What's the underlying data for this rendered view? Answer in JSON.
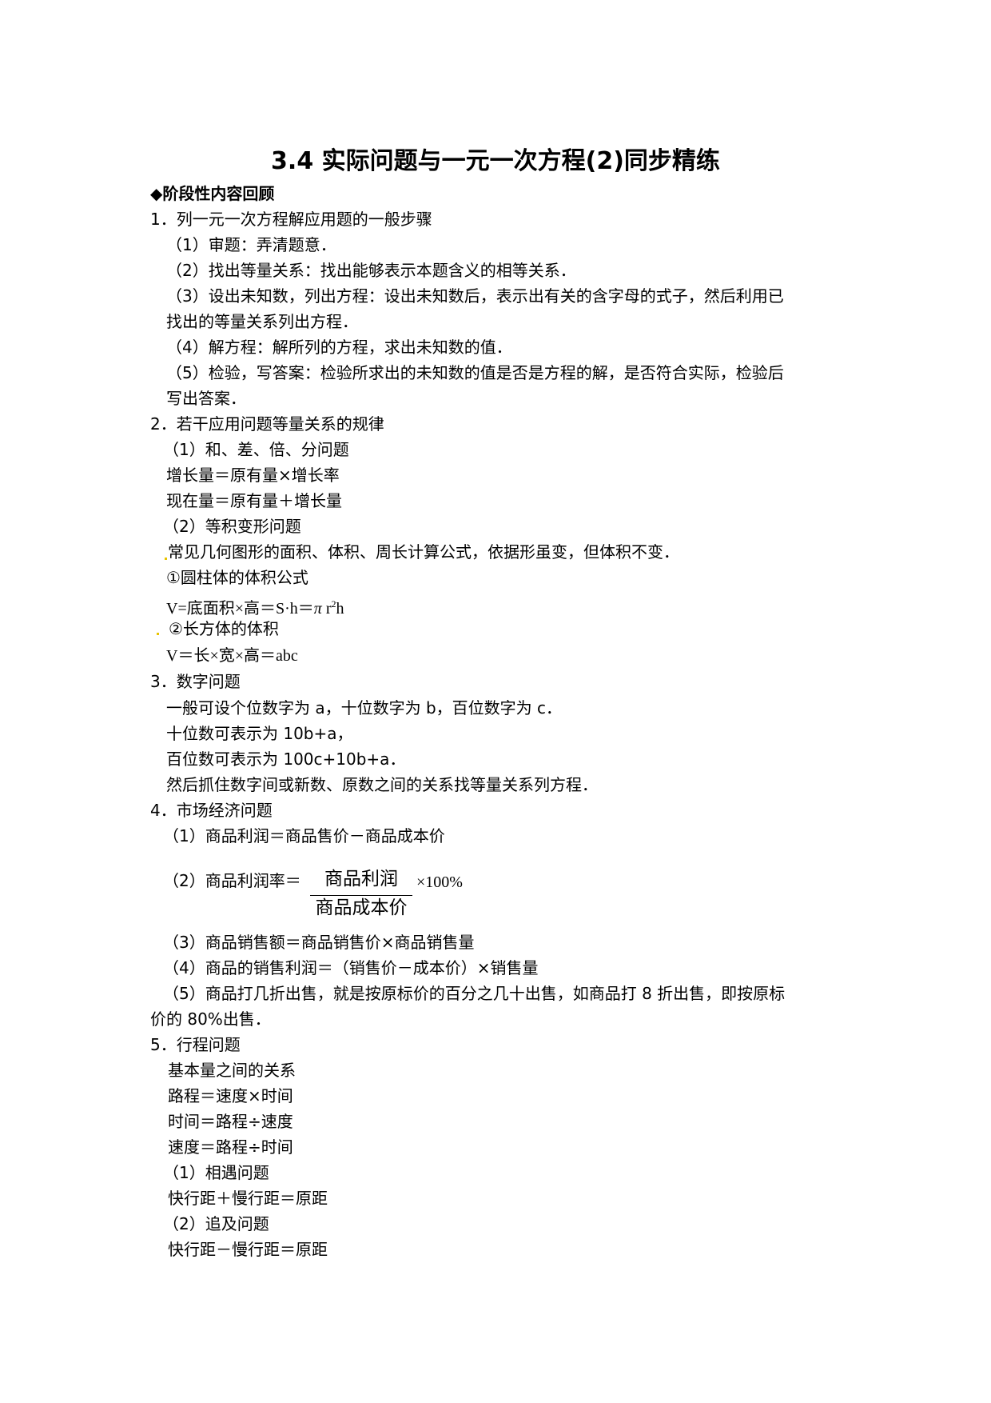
{
  "document": {
    "title": "3.4 实际问题与一元一次方程(2)同步精练",
    "section_heading": "◆阶段性内容回顾",
    "part1": {
      "heading": "1．列一元一次方程解应用题的一般步骤",
      "steps": [
        "（1）审题：弄清题意．",
        "（2）找出等量关系：找出能够表示本题含义的相等关系．",
        "（3）设出未知数，列出方程：设出未知数后，表示出有关的含字母的式子，然后利用已",
        "找出的等量关系列出方程．",
        "（4）解方程：解所列的方程，求出未知数的值．",
        "（5）检验，写答案：检验所求出的未知数的值是否是方程的解，是否符合实际，检验后",
        "写出答案．"
      ]
    },
    "part2": {
      "heading": "2．若干应用问题等量关系的规律",
      "sub1": "（1）和、差、倍、分问题",
      "formula1": "增长量＝原有量×增长率",
      "formula2": "现在量＝原有量＋增长量",
      "sub2": "（2）等积变形问题",
      "desc": "常见几何图形的面积、体积、周长计算公式，依据形虽变，但体积不变．",
      "cylinder_label": "①圆柱体的体积公式",
      "cylinder_formula_prefix": "V=底面积×高＝S·h＝",
      "cylinder_pi": "π",
      "cylinder_r": " r",
      "cylinder_exp": "2",
      "cylinder_h": "h",
      "cuboid_label": "②长方体的体积",
      "cuboid_formula": "V＝长×宽×高＝abc"
    },
    "part3": {
      "heading": "3．数字问题",
      "lines": [
        "一般可设个位数字为 a，十位数字为 b，百位数字为 c．",
        "十位数可表示为 10b+a，",
        "百位数可表示为 100c+10b+a．",
        "然后抓住数字间或新数、原数之间的关系找等量关系列方程．"
      ]
    },
    "part4": {
      "heading": "4．市场经济问题",
      "item1": "（1）商品利润＝商品售价－商品成本价",
      "item2_prefix": "（2）商品利润率＝",
      "item2_numerator": "商品利润",
      "item2_denominator": "商品成本价",
      "item2_suffix": "×100%",
      "item3": "（3）商品销售额＝商品销售价×商品销售量",
      "item4": "（4）商品的销售利润＝（销售价－成本价）×销售量",
      "item5_line1": "（5）商品打几折出售，就是按原标价的百分之几十出售，如商品打 8 折出售，即按原标",
      "item5_line2": "价的 80%出售．"
    },
    "part5": {
      "heading": "5．行程问题",
      "basic": "基本量之间的关系",
      "f1": "路程＝速度×时间",
      "f2": "时间＝路程÷速度",
      "f3": "速度＝路程÷时间",
      "sub1": "（1）相遇问题",
      "sub1_formula": "快行距＋慢行距＝原距",
      "sub2": "（2）追及问题",
      "sub2_formula": "快行距－慢行距＝原距"
    }
  }
}
